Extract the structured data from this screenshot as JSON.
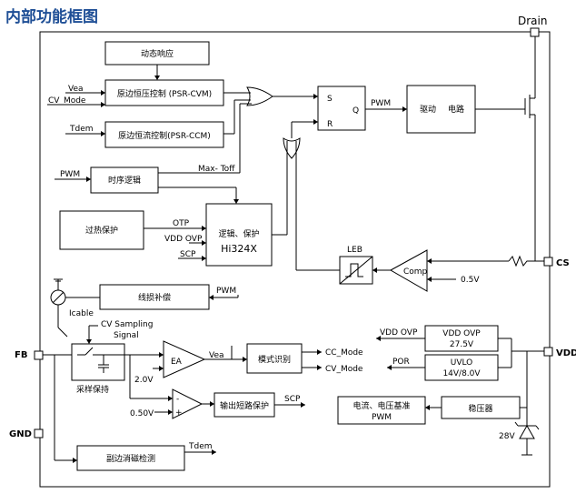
{
  "title": "内部功能框图",
  "pins": {
    "drain": "Drain",
    "cs": "CS",
    "fb": "FB",
    "vdd": "VDD",
    "gnd": "GND"
  },
  "blocks": {
    "dynamic_response": "动态响应",
    "psr_cvm": "原边恒压控制 (PSR-CVM)",
    "psr_ccm": "原边恒流控制(PSR-CCM)",
    "timing_logic": "时序逻辑",
    "otp_block": "过热保护",
    "logic_protect_1": "逻辑、保护",
    "logic_protect_2": "Hi324X",
    "driver_1": "驱动",
    "driver_2": "电路",
    "leb": "LEB",
    "comp": "Comp",
    "line_comp": "线损补偿",
    "sample_hold": "采样保持",
    "ea": "EA",
    "mode_detect": "模式识别",
    "short_protect": "输出短路保护",
    "vdd_ovp_1": "VDD OVP",
    "vdd_ovp_2": "27.5V",
    "uvlo_1": "UVLO",
    "uvlo_2": "14V/8.0V",
    "regulator": "稳压器",
    "reference_1": "电流、电压基准",
    "reference_2": "PWM",
    "demag_detect": "副边消磁检测"
  },
  "signals": {
    "vea_in": "Vea",
    "cv_mode_in": "CV_Mode",
    "tdem_in": "Tdem",
    "pwm_in": "PWM",
    "max_toff": "Max- Toff",
    "otp": "OTP",
    "vdd_ovp": "VDD OVP",
    "scp": "SCP",
    "s": "S",
    "r": "R",
    "q": "Q",
    "pwm_q": "PWM",
    "v05": "0.5V",
    "pwm_line": "PWM",
    "icable": "Icable",
    "cv_sampling_1": "CV Sampling",
    "cv_sampling_2": "Signal",
    "vea_out": "Vea",
    "v20": "2.0V",
    "cc_mode_out": "CC_Mode",
    "cv_mode_out": "CV_Mode",
    "v050": "0.50V",
    "scp_out": "SCP",
    "vdd_ovp_out": "VDD OVP",
    "por": "POR",
    "zener": "28V",
    "tdem_out": "Tdem",
    "minus": "-",
    "plus": "+"
  }
}
